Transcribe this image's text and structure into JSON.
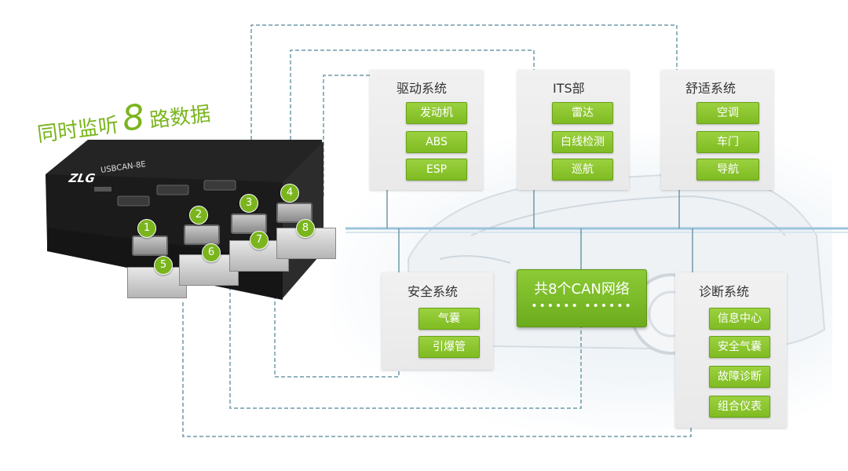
{
  "headline": {
    "prefix": "同时监听",
    "number": "8",
    "suffix": "路数据"
  },
  "device": {
    "logo": "ZLG",
    "model": "USBCAN-8E",
    "ports": [
      "1",
      "2",
      "3",
      "4",
      "5",
      "6",
      "7",
      "8"
    ]
  },
  "center": {
    "title": "共8个CAN网络",
    "dots": "•••••• ••••••"
  },
  "panels": {
    "drive": {
      "title": "驱动系统",
      "items": [
        "发动机",
        "ABS",
        "ESP"
      ]
    },
    "its": {
      "title": "ITS部",
      "items": [
        "雷达",
        "白线检测",
        "巡航"
      ]
    },
    "comfort": {
      "title": "舒适系统",
      "items": [
        "空调",
        "车门",
        "导航"
      ]
    },
    "safety": {
      "title": "安全系统",
      "items": [
        "气囊",
        "引爆管"
      ]
    },
    "diag": {
      "title": "诊断系统",
      "items": [
        "信息中心",
        "安全气囊",
        "故障诊断",
        "组合仪表"
      ]
    }
  },
  "colors": {
    "accent_green": "#7ab51d",
    "bus_blue": "#8cb8d4",
    "dashed": "#6f9aa8"
  }
}
